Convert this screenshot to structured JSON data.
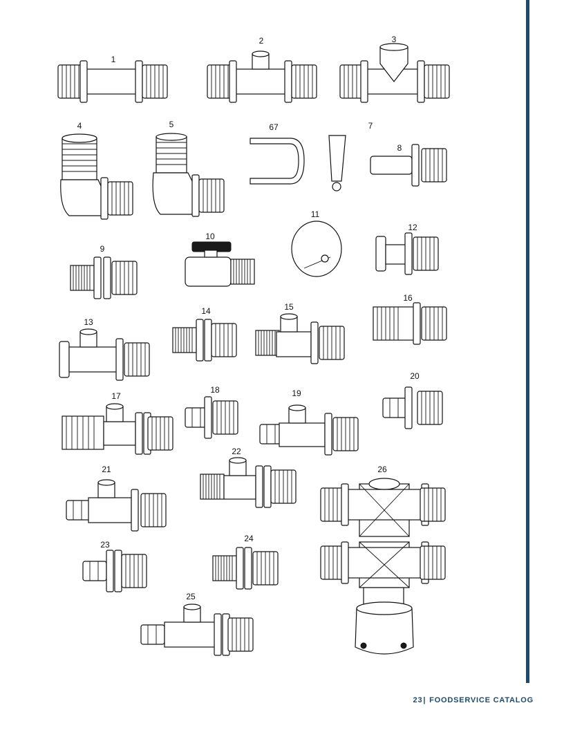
{
  "footer": {
    "page_number": "23",
    "separator": "|",
    "catalog_title": "FOODSERVICE CATALOG"
  },
  "parts": [
    {
      "number": "1"
    },
    {
      "number": "2"
    },
    {
      "number": "3"
    },
    {
      "number": "4"
    },
    {
      "number": "5"
    },
    {
      "number": "67"
    },
    {
      "number": "7"
    },
    {
      "number": "8"
    },
    {
      "number": "9"
    },
    {
      "number": "10"
    },
    {
      "number": "11"
    },
    {
      "number": "12"
    },
    {
      "number": "13"
    },
    {
      "number": "14"
    },
    {
      "number": "15"
    },
    {
      "number": "16"
    },
    {
      "number": "17"
    },
    {
      "number": "18"
    },
    {
      "number": "19"
    },
    {
      "number": "20"
    },
    {
      "number": "21"
    },
    {
      "number": "22"
    },
    {
      "number": "23"
    },
    {
      "number": "24"
    },
    {
      "number": "25"
    },
    {
      "number": "26"
    }
  ],
  "colors": {
    "accent_rule": "#1d4a6e",
    "footer_text": "#1d4a6e",
    "line_art": "#111111"
  }
}
